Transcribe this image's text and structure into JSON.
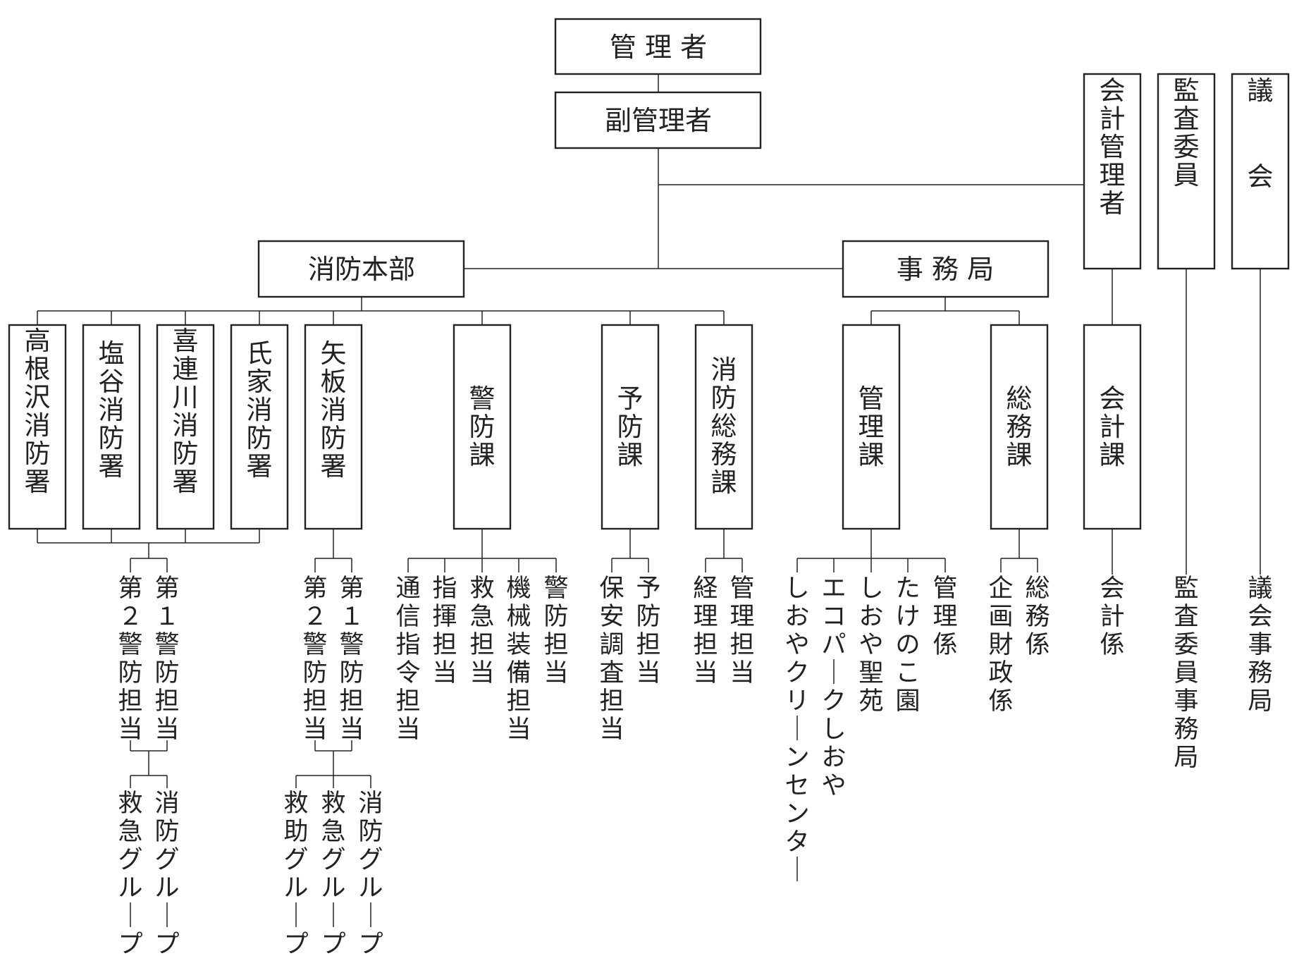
{
  "org_chart": {
    "manager": "管 理 者",
    "vice_manager": "副管理者",
    "fire_hq": "消防本部",
    "secretariat": "事 務 局",
    "accounting_manager": "会計管理者",
    "audit_committee": "監査委員",
    "assembly": "議　会",
    "fire_stations": [
      "高根沢消防署",
      "塩谷消防署",
      "喜連川消防署",
      "氏家消防署"
    ],
    "yaita_station": "矢板消防署",
    "fire_hq_divisions": [
      "警防課",
      "予防課",
      "消防総務課"
    ],
    "secretariat_divisions": [
      "管理課",
      "総務課"
    ],
    "accounting_division": "会計課",
    "stations_sub": [
      "第２警防担当",
      "第１警防担当"
    ],
    "stations_groups": [
      "救急グループ",
      "消防グループ"
    ],
    "yaita_sub": [
      "第２警防担当",
      "第１警防担当"
    ],
    "yaita_groups": [
      "救助グループ",
      "救急グループ",
      "消防グループ"
    ],
    "keibo_sections": [
      "通信指令担当",
      "指揮担当",
      "救急担当",
      "機械装備担当",
      "警防担当"
    ],
    "yobo_sections": [
      "保安調査担当",
      "予防担当"
    ],
    "somu_fire_sections": [
      "経理担当",
      "管理担当"
    ],
    "kanri_sections": [
      "しおやクリーンセンター",
      "エコパークしおや",
      "しおや聖苑",
      "たけのこ園",
      "管理係"
    ],
    "somu_sections": [
      "企画財政係",
      "総務係"
    ],
    "kaikei_section": "会計係",
    "audit_office": "監査委員事務局",
    "assembly_office": "議会事務局"
  }
}
